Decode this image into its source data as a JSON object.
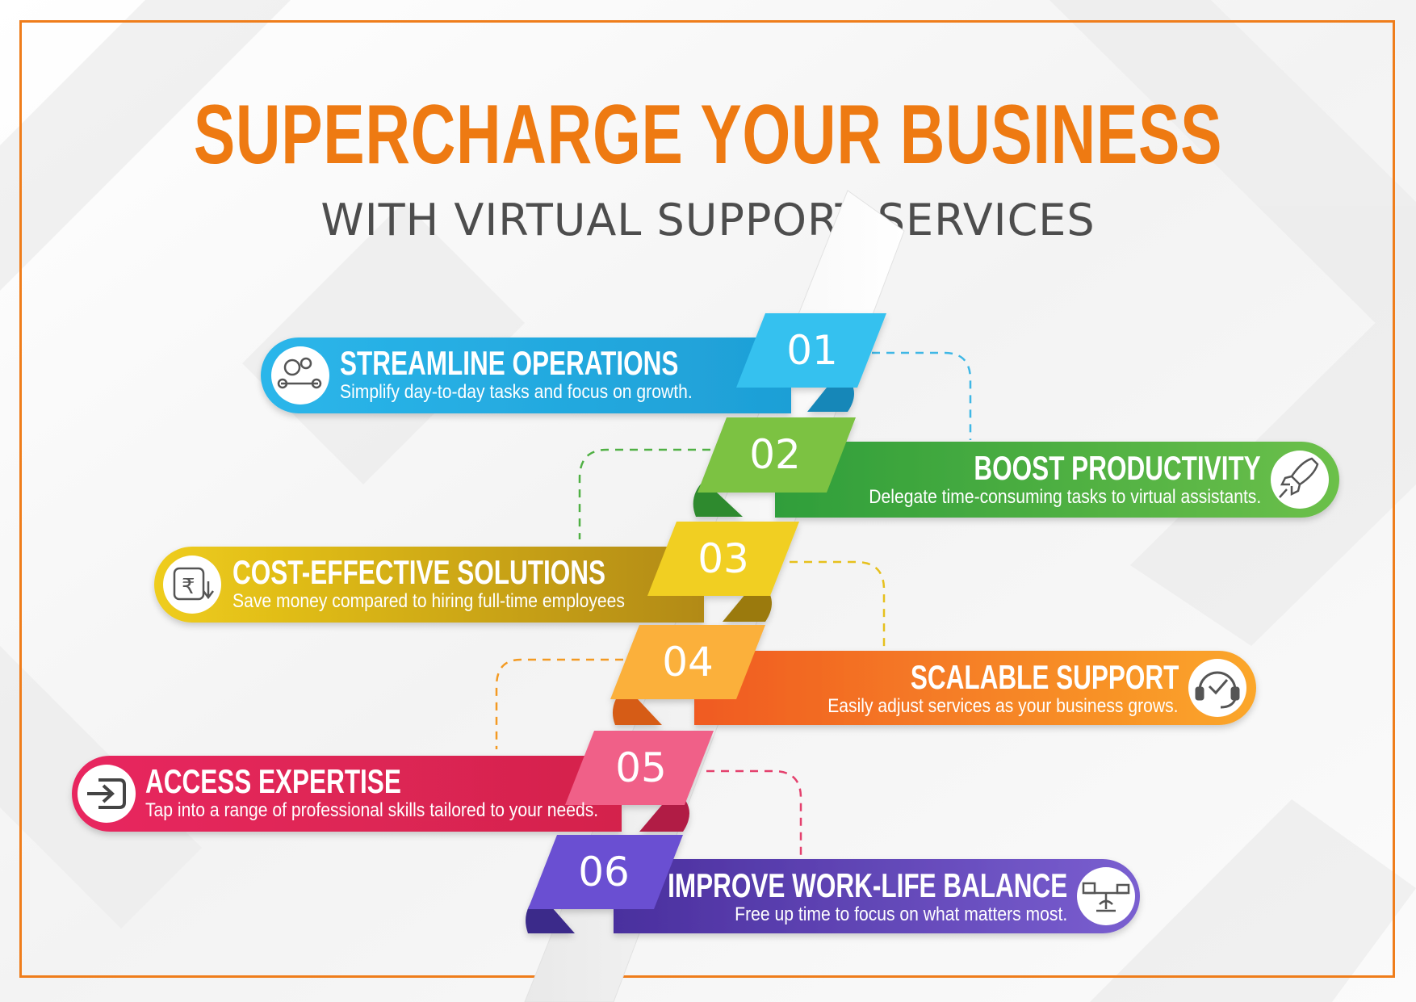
{
  "title": "SUPERCHARGE YOUR BUSINESS",
  "subtitle": "WITH VIRTUAL SUPPORT SERVICES",
  "colors": {
    "frame": "#ef7d1b",
    "title": "#ee7a12",
    "subtitle": "#4d4d4d",
    "step1": "#1fb2e6",
    "step2": "#46ad3c",
    "step3": "#d8b40c",
    "step4": "#f5851e",
    "step5": "#e72c63",
    "step6": "#5a42b6"
  },
  "steps": [
    {
      "number": "01",
      "title": "STREAMLINE OPERATIONS",
      "description": "Simplify day-to-day tasks and focus on growth.",
      "icon": "gears-conveyor-icon",
      "side": "left"
    },
    {
      "number": "02",
      "title": "BOOST PRODUCTIVITY",
      "description": "Delegate time-consuming tasks to virtual assistants.",
      "icon": "rocket-icon",
      "side": "right"
    },
    {
      "number": "03",
      "title": "COST-EFFECTIVE SOLUTIONS",
      "description": "Save money compared to hiring full-time employees",
      "icon": "rupee-down-icon",
      "side": "left"
    },
    {
      "number": "04",
      "title": "SCALABLE SUPPORT",
      "description": "Easily adjust services as your business grows.",
      "icon": "headset-check-icon",
      "side": "right"
    },
    {
      "number": "05",
      "title": "ACCESS EXPERTISE",
      "description": "Tap into a range of professional skills tailored to your needs.",
      "icon": "login-arrow-icon",
      "side": "left"
    },
    {
      "number": "06",
      "title": "IMPROVE WORK-LIFE BALANCE",
      "description": "Free up time to focus on what matters most.",
      "icon": "balance-scale-icon",
      "side": "right"
    }
  ]
}
